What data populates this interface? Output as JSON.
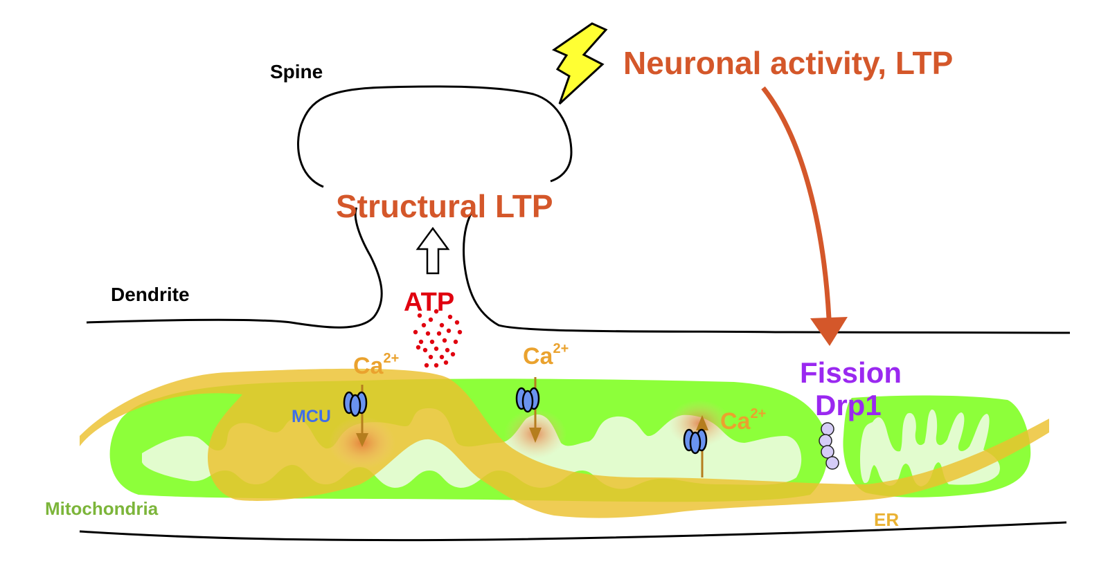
{
  "figure": {
    "type": "biological schematic",
    "subject": "Neuronal activity-driven mitochondrial fission and ATP supply for structural LTP in dendritic spines"
  },
  "labels": {
    "spine": "Spine",
    "dendrite": "Dendrite",
    "stimulus": "Neuronal activity, LTP",
    "structural_ltp": "Structural LTP",
    "atp": "ATP",
    "calcium_base": "Ca",
    "calcium_charge": "2+",
    "mcu": "MCU",
    "fission": "Fission",
    "drp1": "Drp1",
    "mitochondria": "Mitochondria",
    "er": "ER"
  },
  "elements": {
    "lightning_bolt": "neuronal stimulation",
    "hollow_up_arrow": "ATP supports structural LTP",
    "curved_arrow": "activity triggers fission",
    "mcu_channels": [
      {
        "flux": "into mitochondrion"
      },
      {
        "flux": "into mitochondrion"
      },
      {
        "flux": "from ER into mitochondrion"
      }
    ],
    "drp1_ring_units": 4,
    "atp_dots": 26
  },
  "colors": {
    "outline": "#000000",
    "stimulus_text": "#D4572A",
    "atp": "#E0000F",
    "calcium": "#EAA22E",
    "mcu_text": "#3F6EE8",
    "mcu_channel": "#6A93F0",
    "fission_text": "#9A28F0",
    "drp1_fill": "#D5CCF7",
    "mito_outer": "#8DFF3A",
    "mito_inner": "#E2FCCE",
    "mito_label": "#7CB53A",
    "er": "#EBC12E",
    "lightning": "#FFFF33",
    "calcium_arrow": "#B57D1E"
  }
}
